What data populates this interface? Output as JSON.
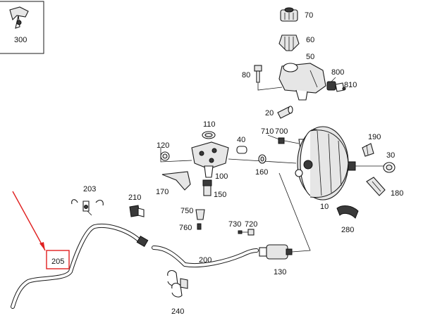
{
  "labels": {
    "p300": "300",
    "p70": "70",
    "p60": "60",
    "p50": "50",
    "p80": "80",
    "p800": "800",
    "p810": "810",
    "p20": "20",
    "p110": "110",
    "p710": "710",
    "p700": "700",
    "p190": "190",
    "p40": "40",
    "p120": "120",
    "p30": "30",
    "p160": "160",
    "p100": "100",
    "p170": "170",
    "p150": "150",
    "p203": "203",
    "p210": "210",
    "p180": "180",
    "p10": "10",
    "p750": "750",
    "p280": "280",
    "p760": "760",
    "p730": "730",
    "p720": "720",
    "p205": "205",
    "p200": "200",
    "p130": "130",
    "p240": "240"
  },
  "highlight": {
    "label": "205",
    "color": "#e02020"
  }
}
